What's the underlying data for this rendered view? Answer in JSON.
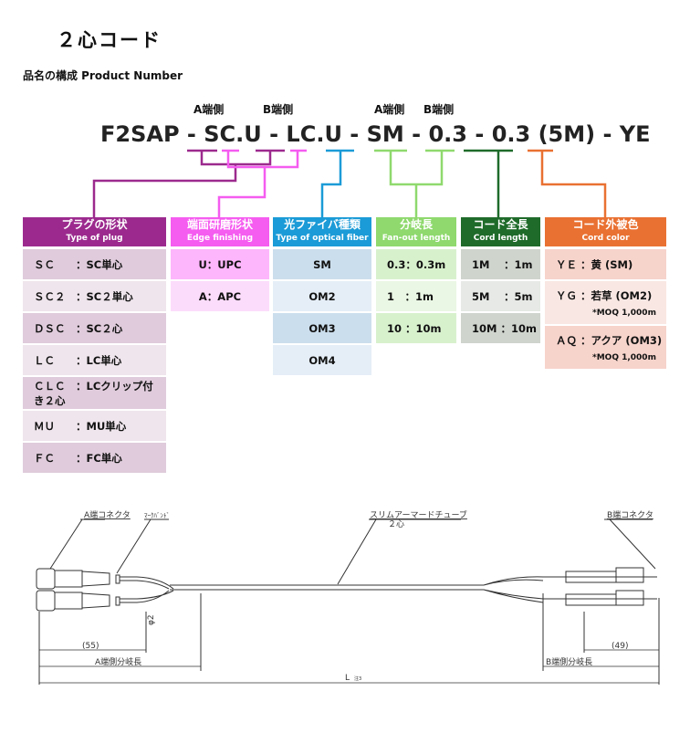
{
  "title": "２心コード",
  "subtitle": "品名の構成  Product Number",
  "code_labels": [
    "A端側",
    "B端側",
    "A端側",
    "B端側"
  ],
  "code": {
    "p1": "F2SAP -",
    "p2": "SC.U",
    "p3": "-",
    "p4": "LC.U",
    "p5": "-",
    "p6": "SM",
    "p7": "-",
    "p8": "0.3",
    "p9": "-",
    "p10": "0.3",
    "p11": "(5M)",
    "p12": "-",
    "p13": "YE"
  },
  "colors": {
    "plug": "#9c2a8e",
    "edge": "#f55cf0",
    "fiber": "#1b9bd7",
    "fanout": "#8fd96e",
    "cordlen": "#1f6b2a",
    "cordcolor": "#e97132"
  },
  "columns": [
    {
      "title": "プラグの形状",
      "en": "Type of plug",
      "rows": [
        "ＳＣ　　：SC単心",
        "ＳＣ２　：SC２単心",
        "ＤＳＣ　：SC２心",
        "ＬＣ　　：LC単心",
        "ＣＬＣ　：LCクリップ付き２心",
        "ＭＵ　　：MU単心",
        "ＦＣ　　：FC単心"
      ]
    },
    {
      "title": "端面研磨形状",
      "en": "Edge finishing",
      "rows": [
        "U：UPC",
        "A：APC"
      ]
    },
    {
      "title": "光ファイバ種類",
      "en": "Type of optical fiber",
      "rows": [
        "SM",
        "OM2",
        "OM3",
        "OM4"
      ]
    },
    {
      "title": "分岐長",
      "en": "Fan-out length",
      "rows": [
        "0.3：0.3m",
        "1　：1m",
        "10 ：10m"
      ]
    },
    {
      "title": "コード全長",
      "en": "Cord length",
      "rows": [
        "1M　 ：1m",
        "5M　 ：5m",
        "10M ：10m"
      ]
    },
    {
      "title": "コード外被色",
      "en": "Cord color",
      "rows": [
        "ＹＥ ：黄 (SM)",
        "ＹＧ ：若草 (OM2)",
        "ＡＱ ：アクア (OM3)"
      ],
      "notes": [
        "*MOQ 1,000m",
        "*MOQ 1,000m"
      ]
    }
  ],
  "drawing": {
    "a_conn": "A端コネクタ",
    "markband": "ﾏｰｸﾊﾞﾝﾄﾞ",
    "tube": "スリムアーマードチューブ",
    "tube2": "２心",
    "b_conn": "B端コネクタ",
    "phi": "φ2",
    "d55": "(55)",
    "d49": "(49)",
    "a_fan": "A端側分岐長",
    "b_fan": "B端側分岐長",
    "L": "L",
    "L_note": "注3"
  }
}
